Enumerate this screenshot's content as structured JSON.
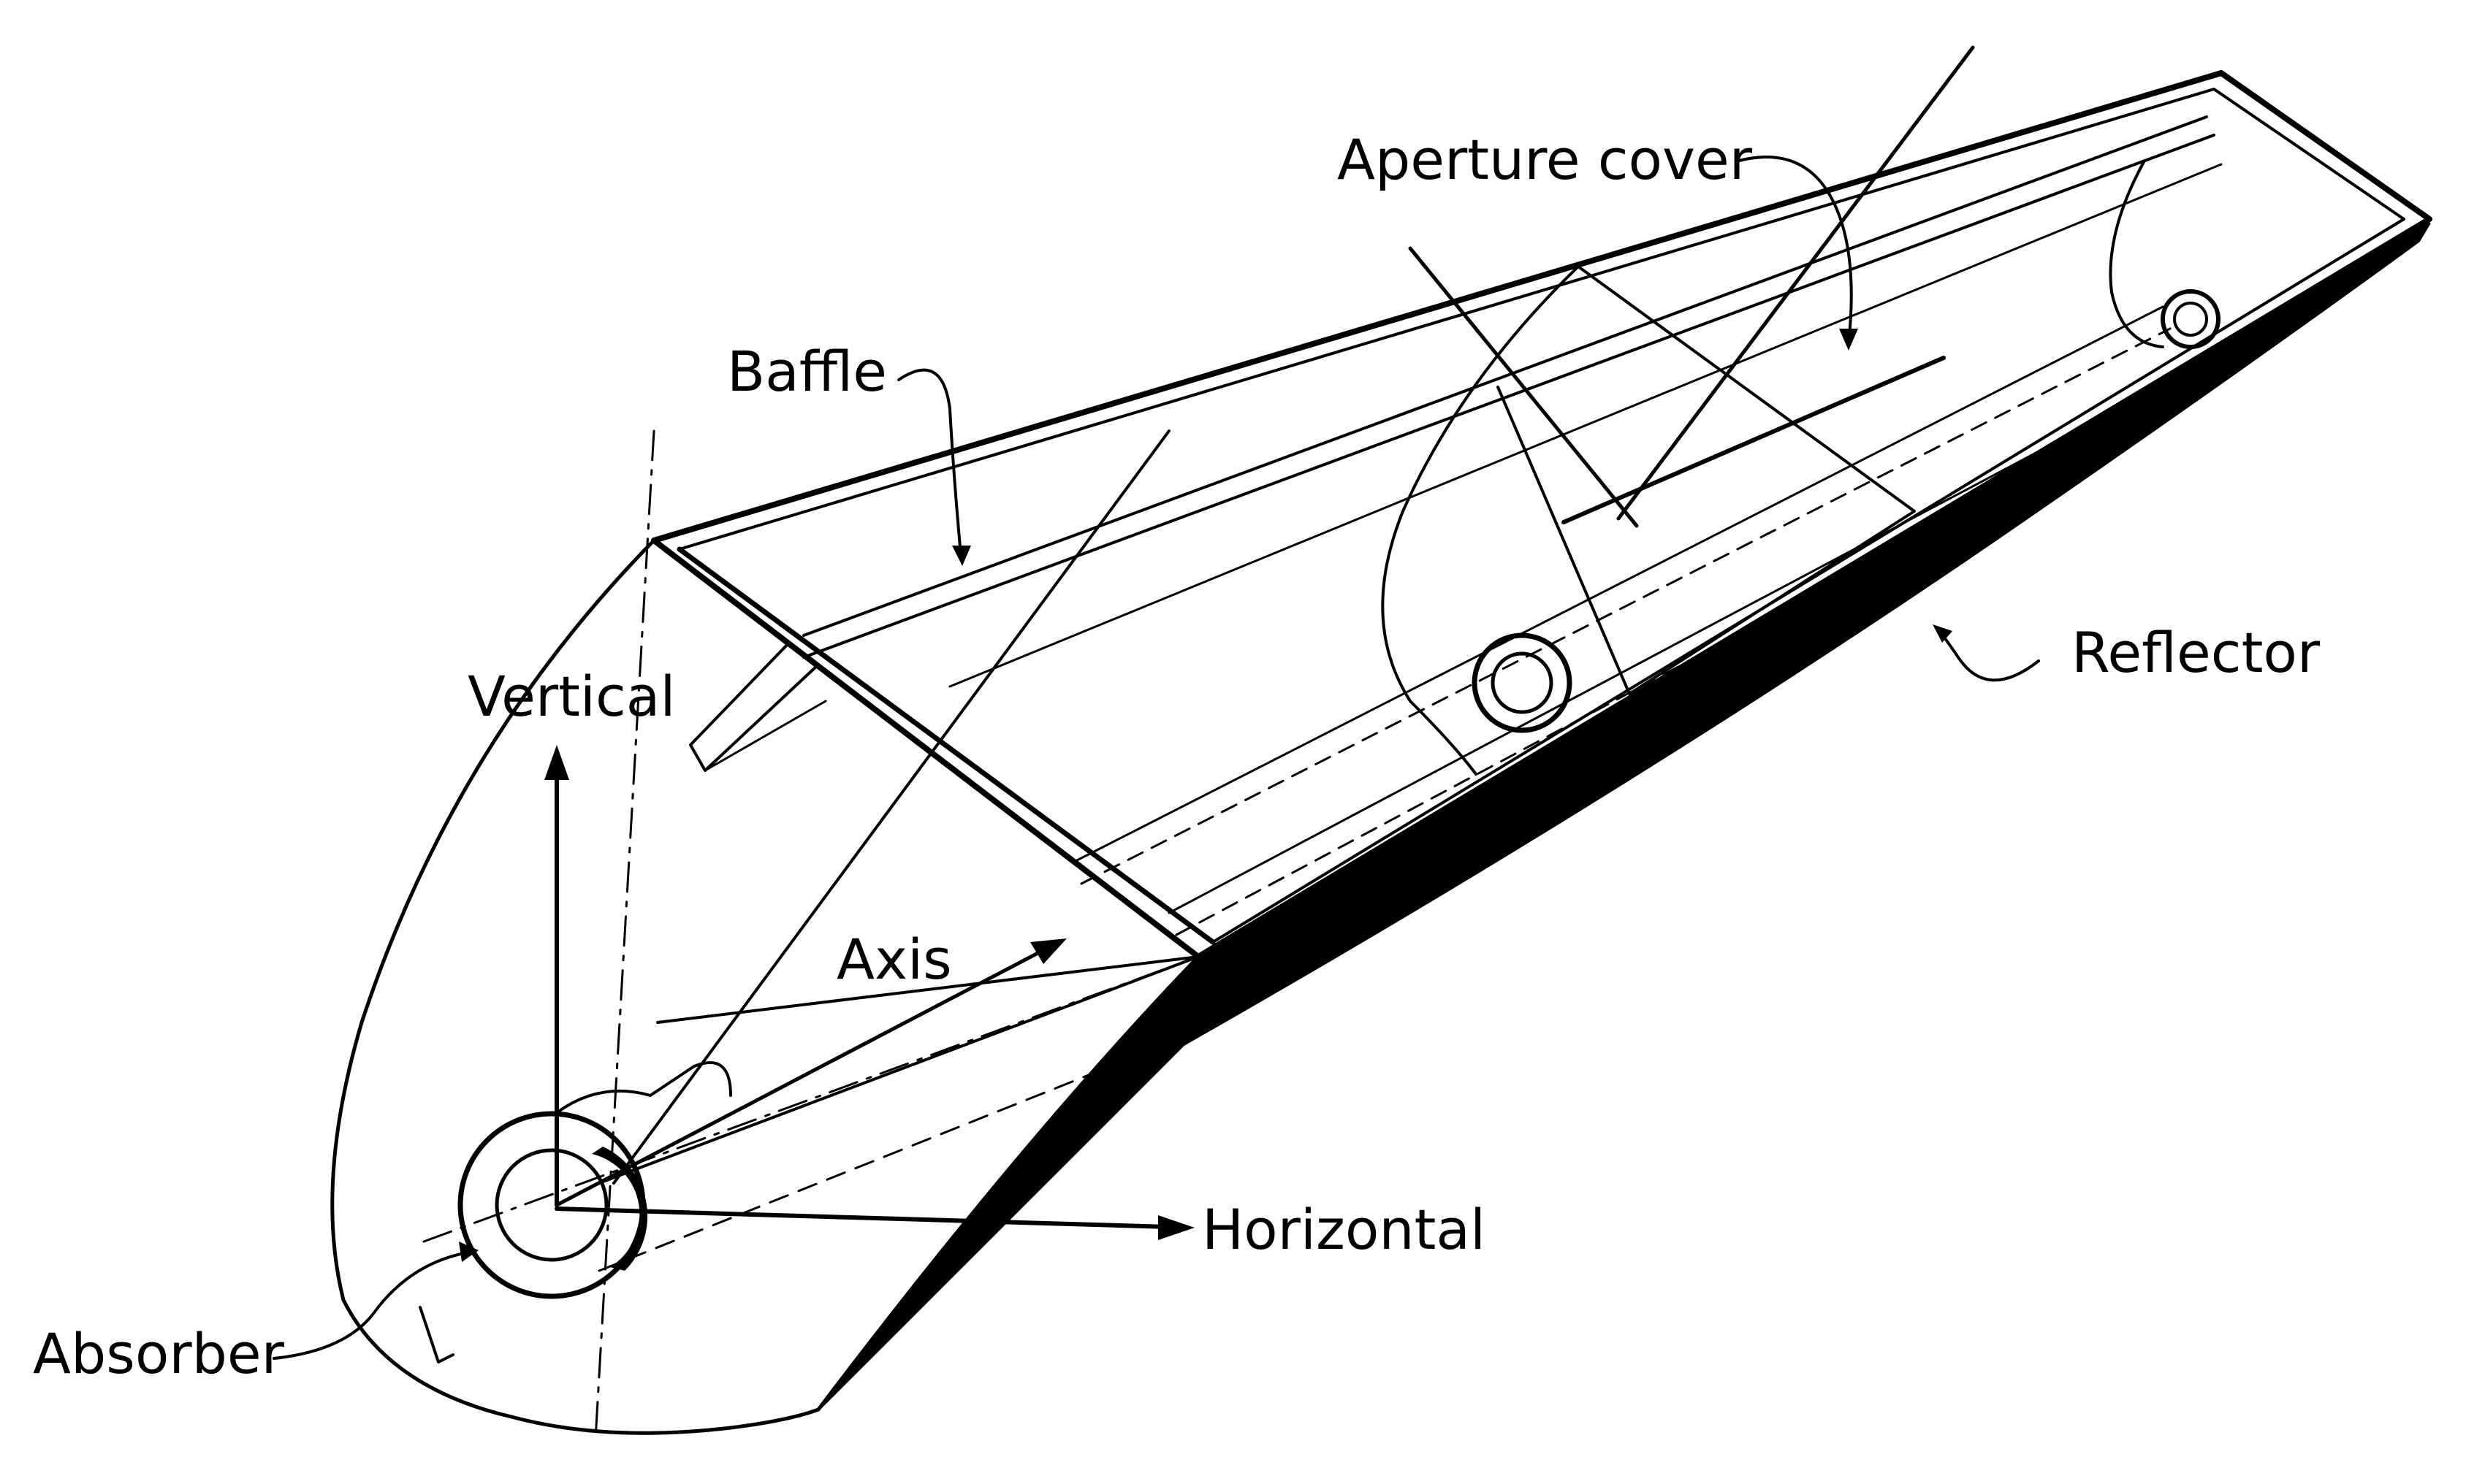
{
  "labels": {
    "aperture_cover": "Aperture cover",
    "baffle": "Baffle",
    "reflector": "Reflector",
    "vertical": "Vertical",
    "axis": "Axis",
    "horizontal": "Horizontal",
    "absorber": "Absorber"
  },
  "colors": {
    "ink": "#000000",
    "background": "#ffffff"
  }
}
